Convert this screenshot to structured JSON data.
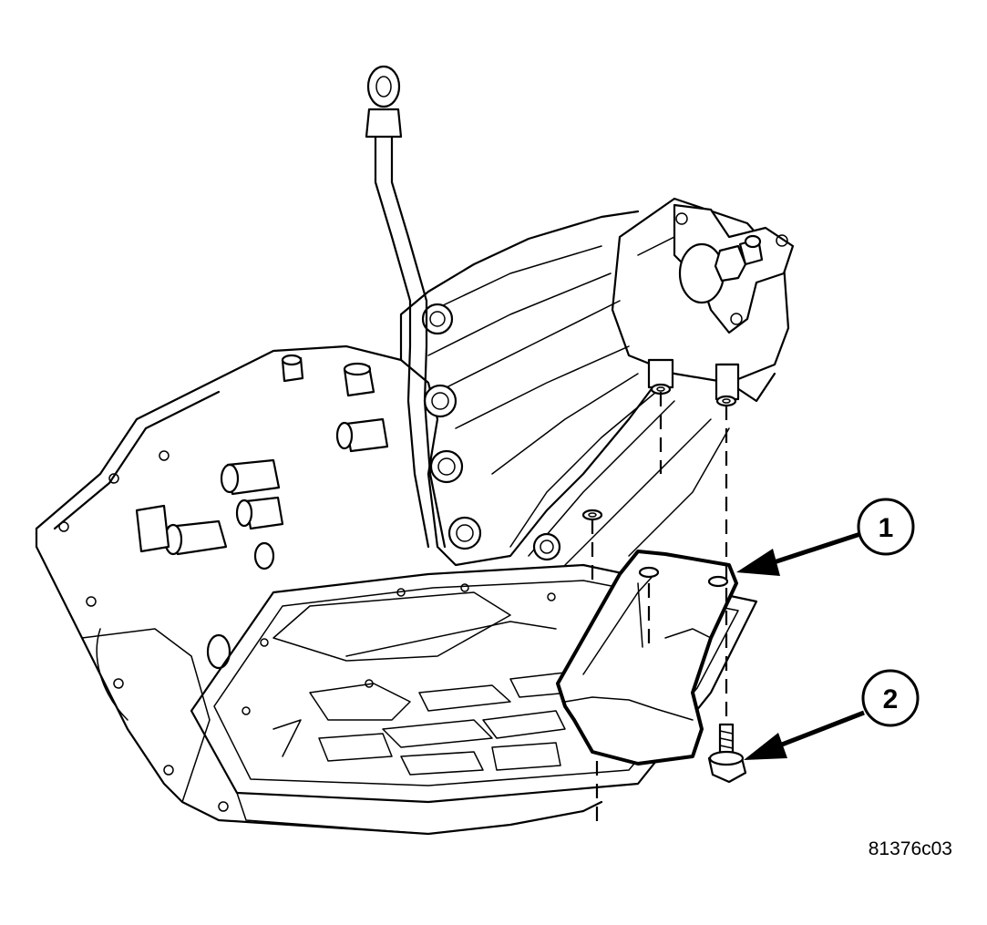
{
  "figure": {
    "figure_id": "81376c03",
    "callouts": [
      {
        "number": "1"
      },
      {
        "number": "2"
      }
    ]
  }
}
